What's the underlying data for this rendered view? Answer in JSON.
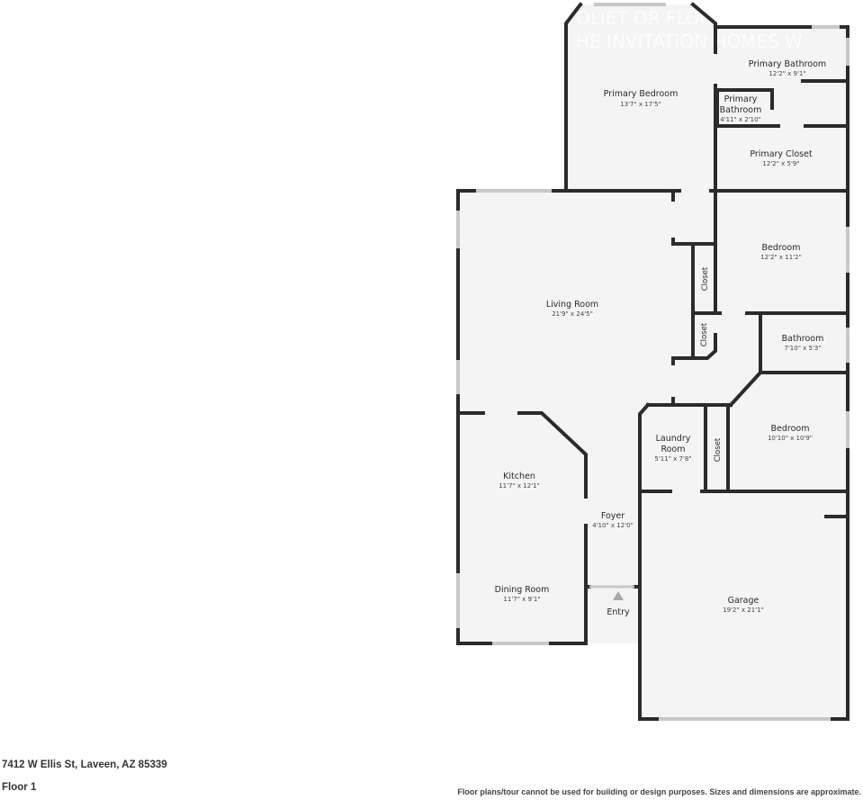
{
  "rooms": {
    "primary_bedroom": {
      "name": "Primary Bedroom",
      "dims": "13'7\" x 17'5\""
    },
    "primary_bathroom": {
      "name": "Primary Bathroom",
      "dims": "12'2\" x 9'1\""
    },
    "primary_bathroom_small": {
      "name_line1": "Primary",
      "name_line2": "Bathroom",
      "dims": "4'11\" x 2'10\""
    },
    "primary_closet": {
      "name": "Primary Closet",
      "dims": "12'2\" x 5'9\""
    },
    "bedroom_1": {
      "name": "Bedroom",
      "dims": "12'2\" x 11'2\""
    },
    "living_room": {
      "name": "Living Room",
      "dims": "21'9\" x 24'5\""
    },
    "closet_1": {
      "name": "Closet"
    },
    "closet_2": {
      "name": "Closet"
    },
    "bathroom": {
      "name": "Bathroom",
      "dims": "7'10\" x 5'3\""
    },
    "bedroom_2": {
      "name": "Bedroom",
      "dims": "10'10\" x 10'9\""
    },
    "laundry_room": {
      "name_line1": "Laundry",
      "name_line2": "Room",
      "dims": "5'11\" x 7'8\""
    },
    "closet_3": {
      "name": "Closet"
    },
    "kitchen": {
      "name": "Kitchen",
      "dims": "11'7\" x 12'1\""
    },
    "foyer": {
      "name": "Foyer",
      "dims": "4'10\" x 12'0\""
    },
    "dining_room": {
      "name": "Dining Room",
      "dims": "11'7\" x 9'1\""
    },
    "garage": {
      "name": "Garage",
      "dims": "19'2\" x 21'1\""
    }
  },
  "entry_label": "Entry",
  "watermark": {
    "line1": "OLIET OR FLOOR CR",
    "line2": "HE INVITATION HOMES W"
  },
  "footer": {
    "address": "7412 W Ellis St, Laveen, AZ 85339",
    "floor": "Floor 1",
    "disclaimer": "Floor plans/tour cannot be used for building or design purposes. Sizes and dimensions are approximate."
  },
  "colors": {
    "wall": "#2b2b2b",
    "floor": "#f4f4f4",
    "window": "#c8c8c8"
  }
}
